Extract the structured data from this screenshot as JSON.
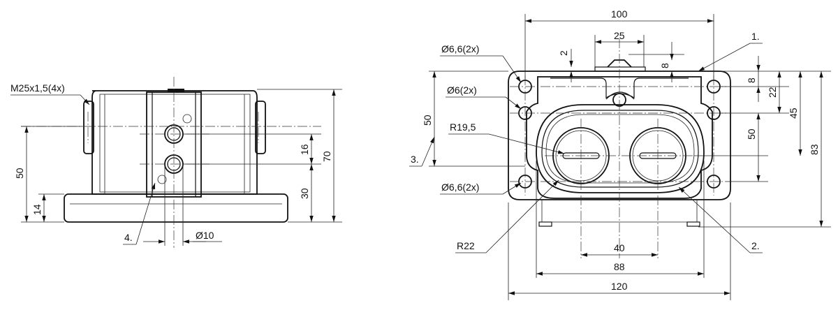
{
  "side_view": {
    "thread_label": "M25x1,5(4x)",
    "dim_50": "50",
    "dim_14": "14",
    "dim_16": "16",
    "dim_30": "30",
    "dim_70": "70",
    "dim_dia10": "Ø10",
    "callout_4": "4."
  },
  "front_view": {
    "dim_100": "100",
    "dim_25": "25",
    "dim_2": "2",
    "dim_8_top": "8",
    "callout_1": "1.",
    "hole_66_top": "Ø6,6(2x)",
    "hole_6": "Ø6(2x)",
    "radius_195": "R19,5",
    "callout_3": "3.",
    "dim_50_left": "50",
    "hole_66_bottom": "Ø6,6(2x)",
    "radius_22": "R22",
    "dim_8_right": "8",
    "dim_22": "22",
    "dim_45": "45",
    "dim_50_right": "50",
    "dim_83": "83",
    "dim_40": "40",
    "dim_88": "88",
    "dim_120": "120",
    "callout_2": "2."
  }
}
